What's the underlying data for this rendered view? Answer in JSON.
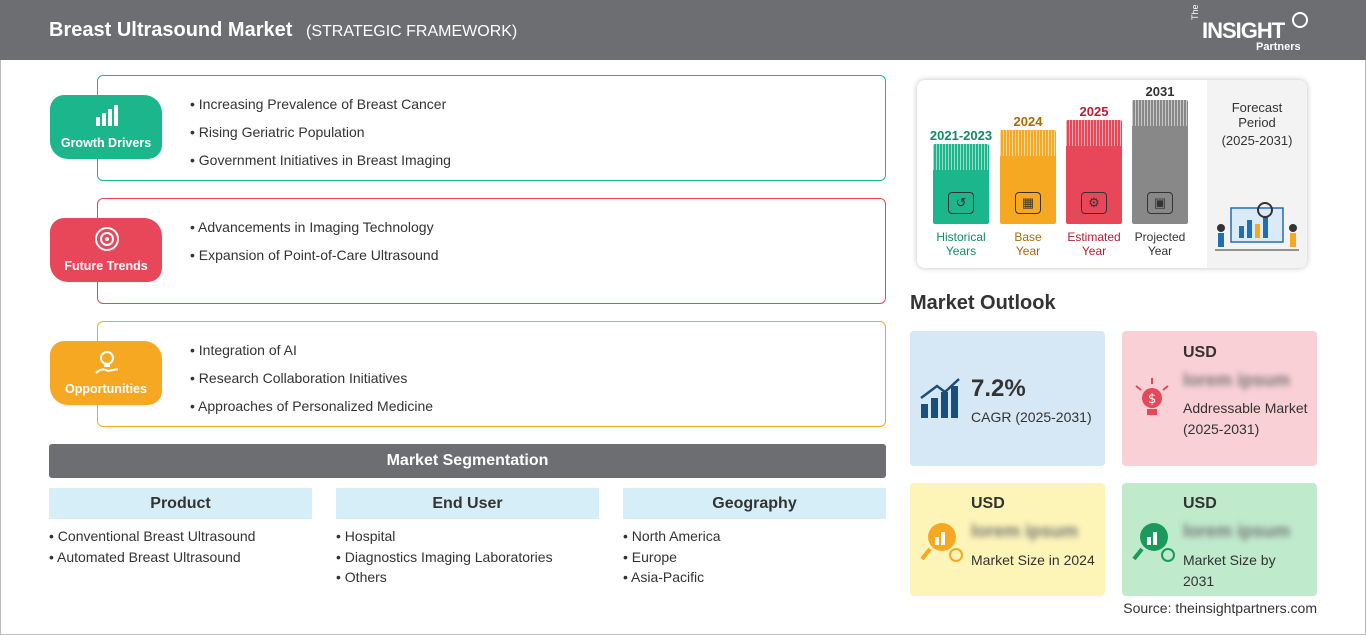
{
  "header": {
    "title": "Breast Ultrasound Market",
    "subtitle": "(STRATEGIC FRAMEWORK)"
  },
  "logo": {
    "the": "The",
    "main": "INSIGHT",
    "partners": "Partners"
  },
  "framework": [
    {
      "label": "Growth Drivers",
      "color": "#1cb68c",
      "items": [
        "Increasing Prevalence of Breast Cancer",
        "Rising Geriatric Population",
        "Government Initiatives in Breast Imaging"
      ]
    },
    {
      "label": "Future Trends",
      "color": "#e8475a",
      "items": [
        "Advancements in Imaging Technology",
        "Expansion of Point-of-Care Ultrasound"
      ]
    },
    {
      "label": "Opportunities",
      "color": "#f7a823",
      "items": [
        "Integration of AI",
        "Research Collaboration Initiatives",
        "Approaches of Personalized Medicine"
      ]
    }
  ],
  "segmentation": {
    "title": "Market Segmentation",
    "columns": [
      {
        "heading": "Product",
        "items": [
          "Conventional Breast Ultrasound",
          "Automated Breast Ultrasound"
        ]
      },
      {
        "heading": "End User",
        "items": [
          "Hospital",
          "Diagnostics Imaging Laboratories",
          "Others"
        ]
      },
      {
        "heading": "Geography",
        "items": [
          "North America",
          "Europe",
          "Asia-Pacific"
        ]
      }
    ]
  },
  "timeline": {
    "bars": [
      {
        "year": "2021-2023",
        "label1": "Historical",
        "label2": "Years",
        "color": "#1cb68c",
        "year_color": "#138a6a"
      },
      {
        "year": "2024",
        "label1": "Base",
        "label2": "Year",
        "color": "#f7a823",
        "year_color": "#a86a06"
      },
      {
        "year": "2025",
        "label1": "Estimated",
        "label2": "Year",
        "color": "#e8475a",
        "year_color": "#b32035"
      },
      {
        "year": "2031",
        "label1": "Projected",
        "label2": "Year",
        "color": "#888888",
        "year_color": "#333333"
      }
    ],
    "forecast_line1": "Forecast",
    "forecast_line2": "Period",
    "forecast_line3": "(2025-2031)"
  },
  "outlook": {
    "title": "Market Outlook",
    "cagr_value": "7.2%",
    "cagr_label": "CAGR (2025-2031)",
    "addressable_usd": "USD",
    "addressable_blur": "lorem ipsum",
    "addressable_label": "Addressable Market (2025-2031)",
    "size2024_usd": "USD",
    "size2024_blur": "lorem ipsum",
    "size2024_label": "Market Size in 2024",
    "size2031_usd": "USD",
    "size2031_blur": "lorem ipsum",
    "size2031_label": "Market Size by 2031"
  },
  "source": "Source: theinsightpartners.com"
}
